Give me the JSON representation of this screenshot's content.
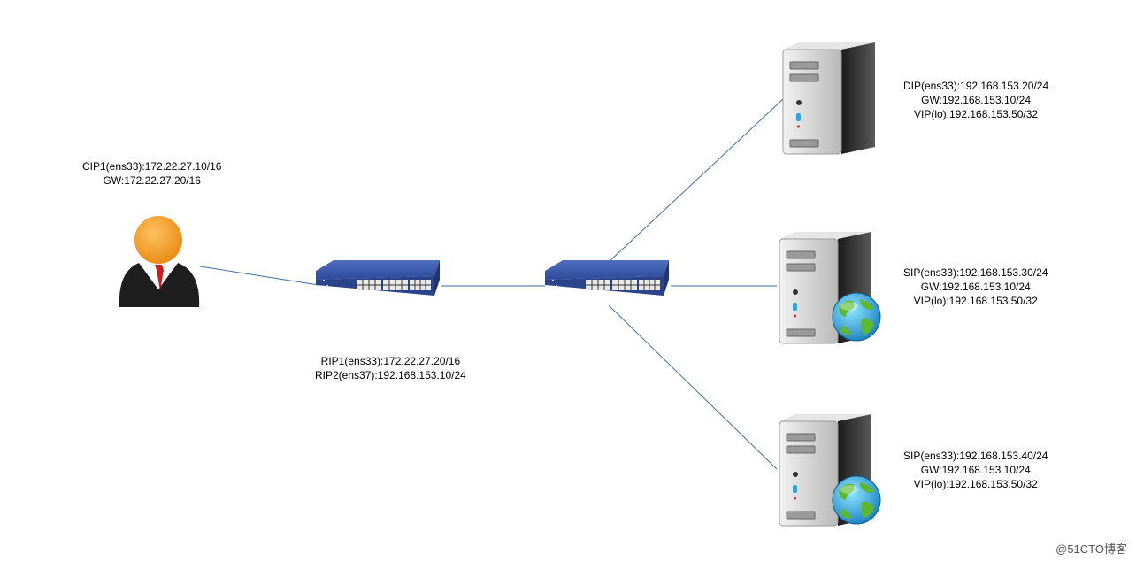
{
  "client": {
    "lines": [
      "CIP1(ens33):172.22.27.10/16",
      "GW:172.22.27.20/16"
    ]
  },
  "router": {
    "lines": [
      "RIP1(ens33):172.22.27.20/16",
      "RIP2(ens37):192.168.153.10/24"
    ]
  },
  "director": {
    "lines": [
      "DIP(ens33):192.168.153.20/24",
      "GW:192.168.153.10/24",
      "VIP(lo):192.168.153.50/32"
    ]
  },
  "real_server_1": {
    "lines": [
      "SIP(ens33):192.168.153.30/24",
      "GW:192.168.153.10/24",
      "VIP(lo):192.168.153.50/32"
    ]
  },
  "real_server_2": {
    "lines": [
      "SIP(ens33):192.168.153.40/24",
      "GW:192.168.153.10/24",
      "VIP(lo):192.168.153.50/32"
    ]
  },
  "watermark": "@51CTO博客",
  "colors": {
    "link": "#3a6ea5",
    "switch": "#2e4f9c",
    "person": "#f0a030",
    "server": "#d8d8d8"
  }
}
